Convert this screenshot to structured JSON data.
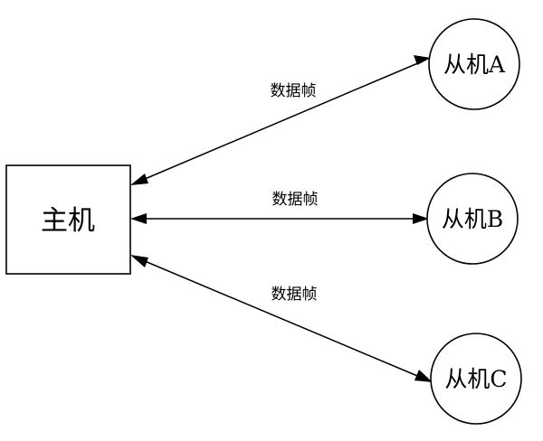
{
  "diagram": {
    "host": {
      "label": "主机"
    },
    "slaves": [
      {
        "label": "从机A"
      },
      {
        "label": "从机B"
      },
      {
        "label": "从机C"
      }
    ],
    "connections": [
      {
        "label": "数据帧",
        "to": "从机A",
        "direction": "bidirectional"
      },
      {
        "label": "数据帧",
        "to": "从机B",
        "direction": "bidirectional"
      },
      {
        "label": "数据帧",
        "to": "从机C",
        "direction": "bidirectional"
      }
    ]
  }
}
